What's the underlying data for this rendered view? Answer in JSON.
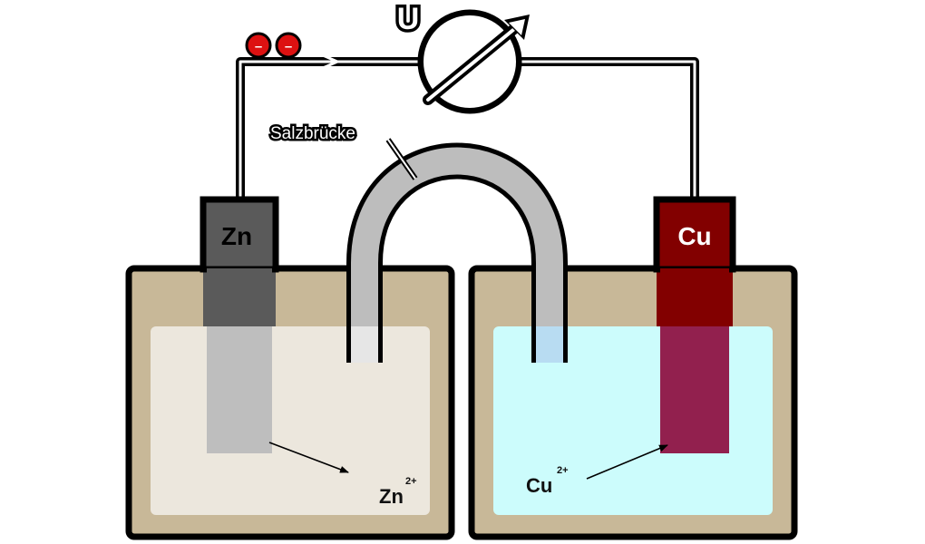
{
  "voltmeter": {
    "label": "U"
  },
  "salt_bridge": {
    "label": "Salzbrücke"
  },
  "electrons": [
    {
      "sign": "–"
    },
    {
      "sign": "–"
    }
  ],
  "left_cell": {
    "electrode_label": "Zn",
    "ion_label": "Zn",
    "ion_charge": "2+"
  },
  "right_cell": {
    "electrode_label": "Cu",
    "ion_label": "Cu",
    "ion_charge": "2+"
  },
  "colors": {
    "container": "#c8b898",
    "zn_solution": "#ece7dd",
    "cu_solution": "#ccfcfc",
    "zn_electrode": "#5a5a5a",
    "zn_electrode_submerged": "#bebebe",
    "cu_electrode": "#820000",
    "cu_electrode_submerged": "#92204e",
    "salt_bridge": "#bdbdbd",
    "electron": "#dd1111",
    "wire": "#000000"
  }
}
